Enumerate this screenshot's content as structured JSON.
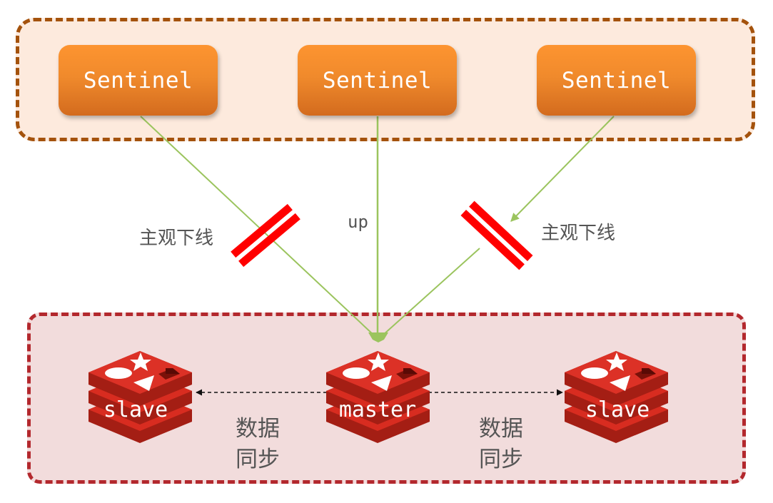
{
  "sentinels": [
    {
      "label": "Sentinel"
    },
    {
      "label": "Sentinel"
    },
    {
      "label": "Sentinel"
    }
  ],
  "annotations": {
    "left_status": "主观下线",
    "center_status": "up",
    "right_status": "主观下线"
  },
  "redis_nodes": {
    "left": {
      "label": "slave",
      "icon": "redis-logo-icon"
    },
    "master": {
      "label": "master",
      "icon": "redis-logo-icon"
    },
    "right": {
      "label": "slave",
      "icon": "redis-logo-icon"
    }
  },
  "sync_labels": {
    "left": {
      "line1": "数据",
      "line2": "同步"
    },
    "right": {
      "line1": "数据",
      "line2": "同步"
    }
  },
  "colors": {
    "sentinel_group_fill": "#fdeadd",
    "sentinel_group_border": "#a4520c",
    "redis_group_fill": "#f2dcdc",
    "redis_group_border": "#b3282d",
    "sentinel_box": "#f08a2c",
    "link_line": "#9bc45e",
    "down_marker": "#ff0000",
    "redis_red": "#d82c20"
  }
}
